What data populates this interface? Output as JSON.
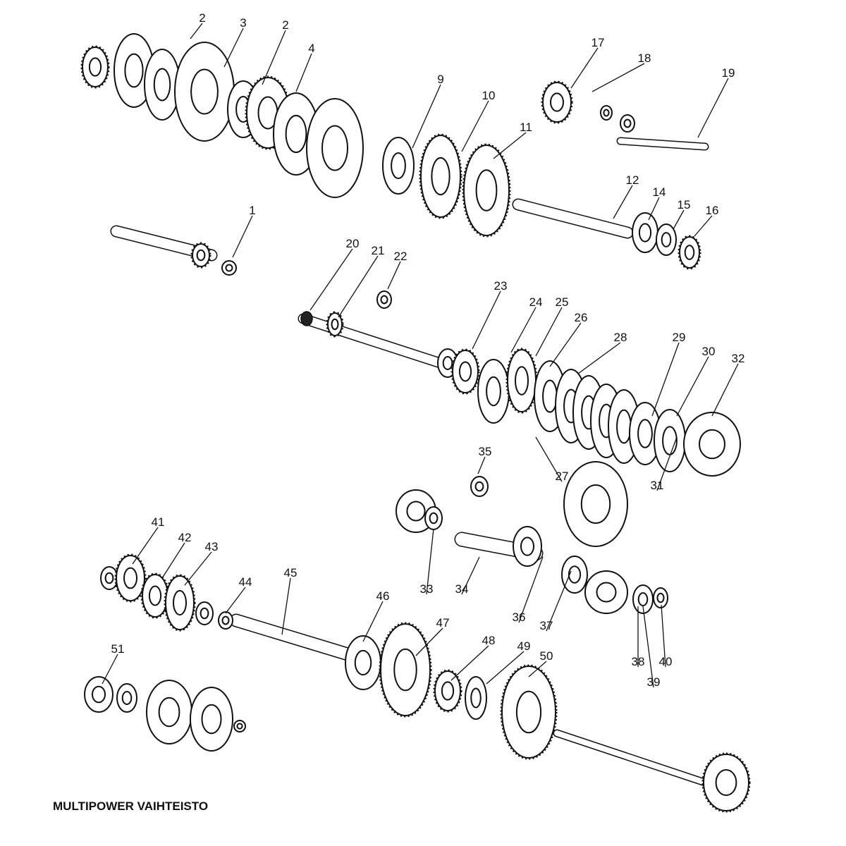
{
  "title": "MULTIPOWER VAIHTEISTO",
  "labels": [
    "2",
    "3",
    "2",
    "4",
    "9",
    "10",
    "11",
    "17",
    "18",
    "19",
    "12",
    "14",
    "15",
    "16",
    "1",
    "20",
    "21",
    "22",
    "23",
    "24",
    "25",
    "26",
    "28",
    "29",
    "30",
    "32",
    "27",
    "31",
    "35",
    "33",
    "34",
    "36",
    "37",
    "38",
    "39",
    "40",
    "41",
    "42",
    "43",
    "44",
    "45",
    "46",
    "47",
    "48",
    "49",
    "50",
    "51"
  ]
}
